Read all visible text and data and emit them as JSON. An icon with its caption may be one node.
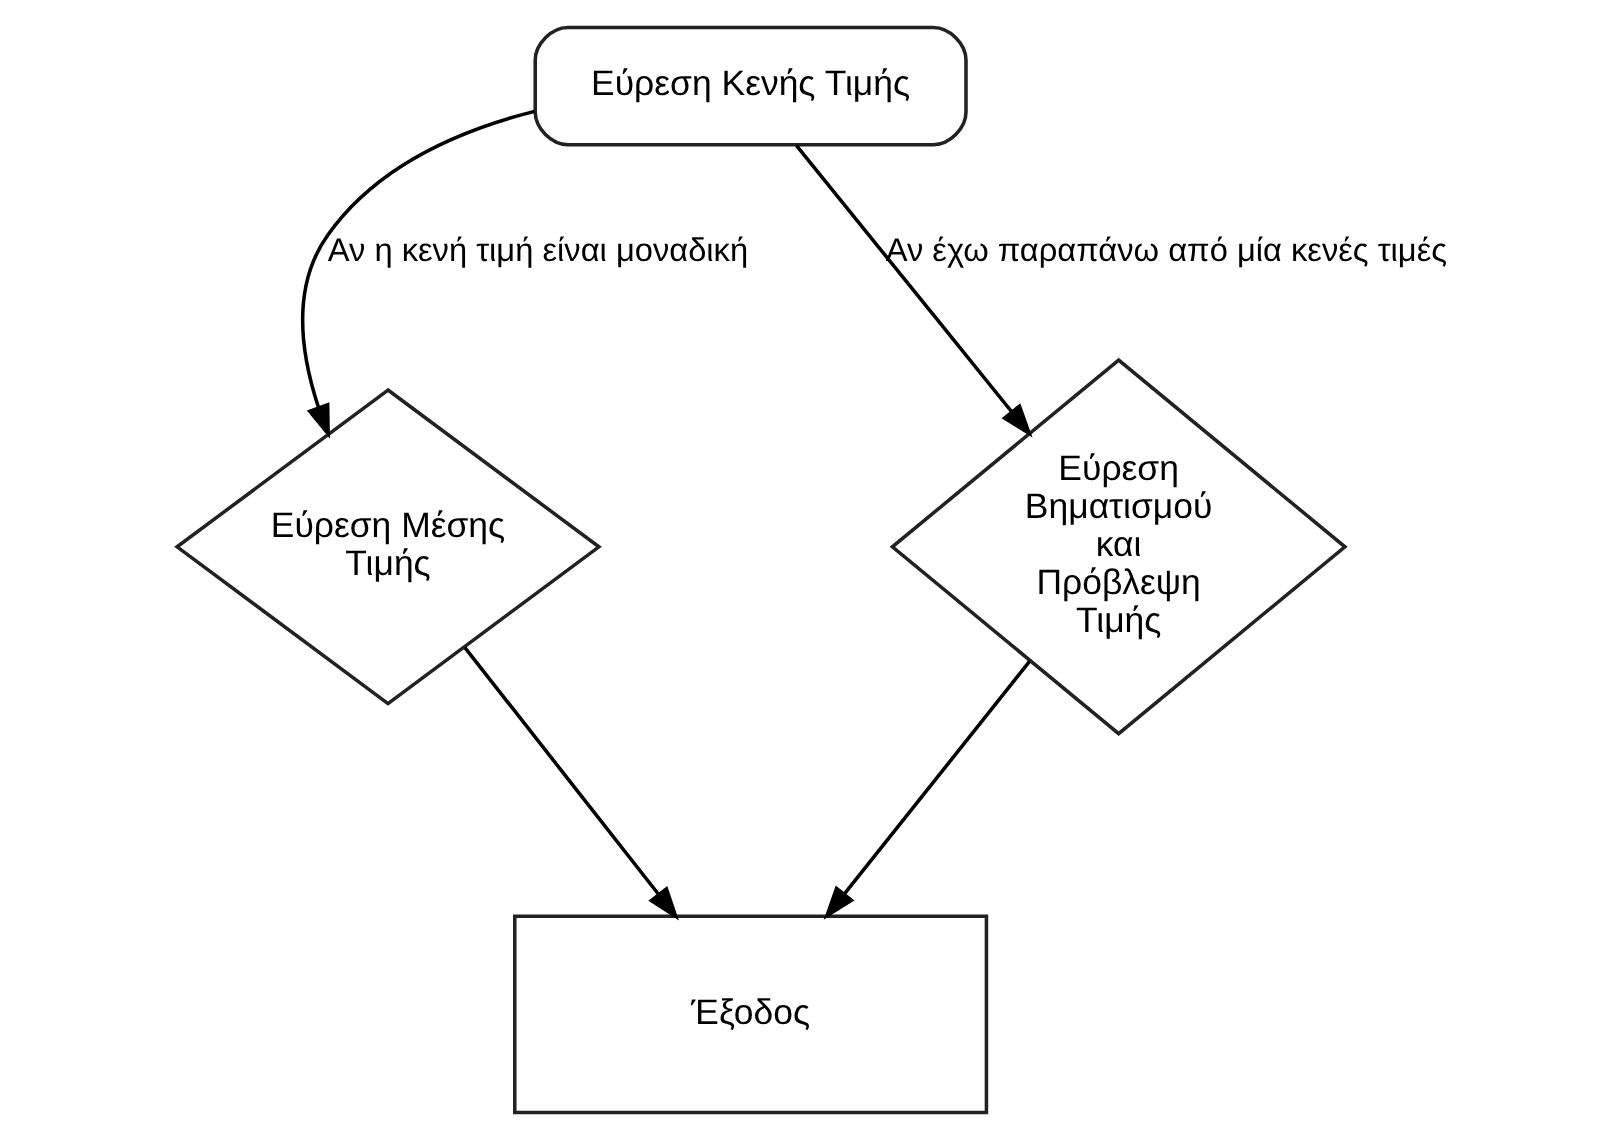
{
  "diagram": {
    "nodes": [
      {
        "text": [
          "Εύρεση Κενής Τιμής"
        ]
      },
      {
        "text": [
          "Εύρεση Μέσης Τιμής"
        ]
      },
      {
        "text": [
          "Εύρεση Βηματισμού και Πρόβλεψη Τιμής"
        ]
      },
      {
        "text": [
          "Έξοδος"
        ]
      }
    ],
    "edges": [
      {
        "from": 0,
        "to": 1,
        "arrow": "to",
        "label": "Αν η κενή τιμή είναι μοναδική"
      },
      {
        "from": 0,
        "to": 2,
        "arrow": "to",
        "label": "Αν έχω παραπάνω από μία κενές τιμές"
      },
      {
        "from": 1,
        "to": 3,
        "arrow": "to"
      },
      {
        "from": 2,
        "to": 3,
        "arrow": "to"
      }
    ]
  }
}
